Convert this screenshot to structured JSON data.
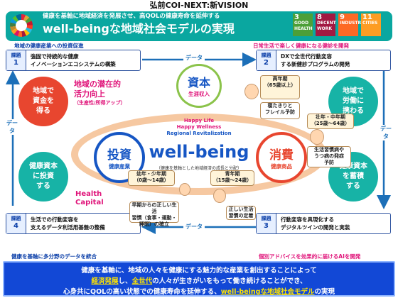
{
  "header": {
    "title": "弘前COI-NEXT:新VISION",
    "subtitle": "健康を基軸に地域経済を発展させ、高QOLの健康寿命を延伸する",
    "main": "well-beingな地域社会モデルの実現"
  },
  "sdg_tiles": [
    {
      "n": "3",
      "label": "GOOD HEALTH",
      "color": "#4c9f38"
    },
    {
      "n": "8",
      "label": "DECENT WORK",
      "color": "#a21942"
    },
    {
      "n": "9",
      "label": "INDUSTRY",
      "color": "#fd6925"
    },
    {
      "n": "11",
      "label": "CITIES",
      "color": "#fd9d24"
    }
  ],
  "captions": {
    "top_left": "地域の健康産業への投資促進",
    "top_right": "日常生活で楽しく健康になる健診を開発",
    "bottom_left": "健康を基軸に多分野のデータを統合",
    "bottom_right": "個別アドバイスを効果的に届けるAIを開発"
  },
  "tasks": [
    {
      "key": "課題",
      "num": "1",
      "line1": "強固で持続的な健康",
      "line2": "イノベーションエコシステムの構築"
    },
    {
      "key": "課題",
      "num": "2",
      "line1": "DXで全世代行動変容",
      "line2": "する新健診プログラムの開発"
    },
    {
      "key": "課題",
      "num": "3",
      "line1": "行動変容を具現化する",
      "line2": "デジタルツインの開発と実装"
    },
    {
      "key": "課題",
      "num": "4",
      "line1": "生活での行動変容を",
      "line2": "支えるデータ利活用基盤の整備"
    }
  ],
  "circles": {
    "left_top": [
      "地域で",
      "資金を",
      "得る"
    ],
    "left_bottom": [
      "健康資本",
      "に投資",
      "する"
    ],
    "right_top": [
      "地域で",
      "労働に",
      "携わる"
    ],
    "right_bottom": [
      "健康資本",
      "を蓄積",
      "する"
    ]
  },
  "data_label": "データ",
  "potential": {
    "main_1": "地域の潜在的",
    "main_2": "活力向上",
    "sub": "（生産性/所得アップ）"
  },
  "capital": {
    "main": "資本",
    "sub": "生涯収入"
  },
  "happy": {
    "l1": "Happy Life",
    "l2": "Happy Wellness",
    "l3": "Regional Revitalization"
  },
  "investment": {
    "main": "投資",
    "sub": "健康産業"
  },
  "consumption": {
    "main": "消費",
    "sub": "健康商品"
  },
  "wellbeing": {
    "word": "well-being",
    "note": "（健康を基軸とした地域経済の成長と分配）"
  },
  "health_capital": {
    "l1": "Health",
    "l2": "Capital"
  },
  "people": {
    "elderly": {
      "title": "高年期",
      "age": "（65歳以上）",
      "desc_1": "寝たきりと",
      "desc_2": "フレイル予防"
    },
    "prime": {
      "title": "壮年・中年期",
      "age": "（25歳～64歳）",
      "desc_1": "生活習慣病や",
      "desc_2": "うつ病の発症",
      "desc_3": "予防"
    },
    "youth": {
      "title": "青年期",
      "age": "（15歳～24歳）",
      "desc_1": "正しい生活",
      "desc_2": "習慣の定着"
    },
    "child": {
      "title": "幼年・少年期",
      "age": "（0歳～14歳）",
      "desc_1": "早期からの正しい生活",
      "desc_2": "習慣（食事・運動・",
      "desc_3": "睡眠）の確立"
    }
  },
  "bottom": {
    "l1": "健康を基軸に、地域の人々を健康にする魅力的な産業を創出することによって",
    "l2a": "経済発展",
    "l2b": "し、",
    "l2c": "全世代",
    "l2d": "の人々が生きがいをもって働き続けることができ、",
    "l3a": "心身共にQOLの高い状態での健康寿命を延伸する、",
    "l3b": "well-beingな地域社会モデル",
    "l3c": "の実現"
  },
  "colors": {
    "teal": "#0aa7a0",
    "blue": "#1248d6",
    "red": "#e8462f",
    "pink": "#e0147a"
  }
}
